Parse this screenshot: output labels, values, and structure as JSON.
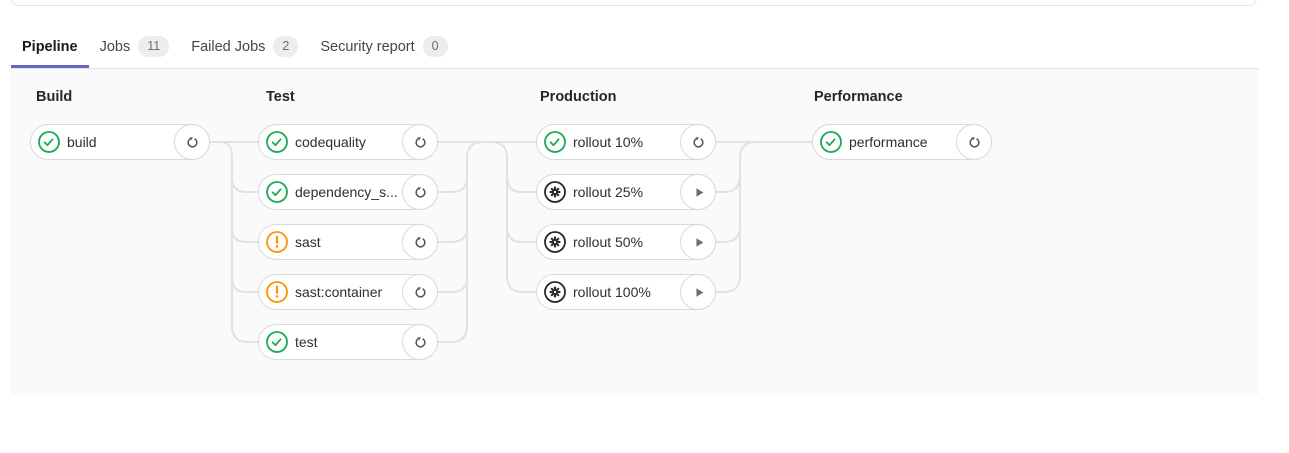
{
  "tabs": {
    "items": [
      {
        "label": "Pipeline",
        "active": true
      },
      {
        "label": "Jobs",
        "badge": "11"
      },
      {
        "label": "Failed Jobs",
        "badge": "2"
      },
      {
        "label": "Security report",
        "badge": "0"
      }
    ]
  },
  "colors": {
    "success": "#1aaa55",
    "warning": "#fc9403",
    "manual": "#28272d",
    "active_tab_underline": "#6666c4",
    "connector_line": "#e2e2e4",
    "graph_background": "#fafafa",
    "pill_border": "#d9d9de"
  },
  "pipeline": {
    "stages": [
      {
        "name": "Build",
        "jobs": [
          {
            "name": "build",
            "status": "success",
            "status_icon": "check-circle-icon",
            "action": "retry",
            "action_icon": "retry-icon"
          }
        ]
      },
      {
        "name": "Test",
        "jobs": [
          {
            "name": "codequality",
            "status": "success",
            "status_icon": "check-circle-icon",
            "action": "retry",
            "action_icon": "retry-icon"
          },
          {
            "name": "dependency_s...",
            "status": "success",
            "status_icon": "check-circle-icon",
            "action": "retry",
            "action_icon": "retry-icon"
          },
          {
            "name": "sast",
            "status": "warning",
            "status_icon": "warning-circle-icon",
            "action": "retry",
            "action_icon": "retry-icon"
          },
          {
            "name": "sast:container",
            "status": "warning",
            "status_icon": "warning-circle-icon",
            "action": "retry",
            "action_icon": "retry-icon"
          },
          {
            "name": "test",
            "status": "success",
            "status_icon": "check-circle-icon",
            "action": "retry",
            "action_icon": "retry-icon"
          }
        ]
      },
      {
        "name": "Production",
        "jobs": [
          {
            "name": "rollout 10%",
            "status": "success",
            "status_icon": "check-circle-icon",
            "action": "retry",
            "action_icon": "retry-icon"
          },
          {
            "name": "rollout 25%",
            "status": "manual",
            "status_icon": "gear-circle-icon",
            "action": "play",
            "action_icon": "play-icon"
          },
          {
            "name": "rollout 50%",
            "status": "manual",
            "status_icon": "gear-circle-icon",
            "action": "play",
            "action_icon": "play-icon"
          },
          {
            "name": "rollout 100%",
            "status": "manual",
            "status_icon": "gear-circle-icon",
            "action": "play",
            "action_icon": "play-icon"
          }
        ]
      },
      {
        "name": "Performance",
        "jobs": [
          {
            "name": "performance",
            "status": "success",
            "status_icon": "check-circle-icon",
            "action": "retry",
            "action_icon": "retry-icon"
          }
        ]
      }
    ]
  }
}
